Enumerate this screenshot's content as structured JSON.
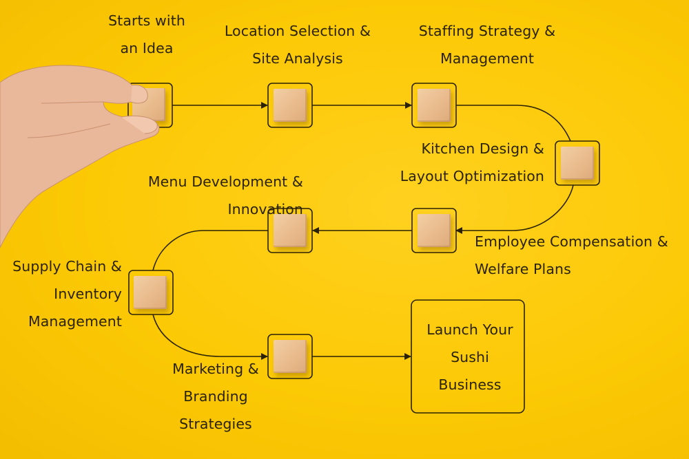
{
  "colors": {
    "background": "#fcc905",
    "line": "#2a2205",
    "block": "#e8b98a"
  },
  "steps": [
    {
      "line1": "Starts with",
      "line2": "an Idea"
    },
    {
      "line1": "Location Selection &",
      "line2": "Site Analysis"
    },
    {
      "line1": "Staffing Strategy &",
      "line2": "Management"
    },
    {
      "line1": "Kitchen Design &",
      "line2": "Layout Optimization"
    },
    {
      "line1": "Employee Compensation &",
      "line2": "Welfare Plans"
    },
    {
      "line1": "Menu Development &",
      "line2": "Innovation"
    },
    {
      "line1": "Supply Chain &",
      "line2": "Inventory",
      "line3": "Management"
    },
    {
      "line1": "Marketing &",
      "line2": "Branding",
      "line3": "Strategies"
    }
  ],
  "final": {
    "line1": "Launch Your",
    "line2": "Sushi",
    "line3": "Business"
  }
}
